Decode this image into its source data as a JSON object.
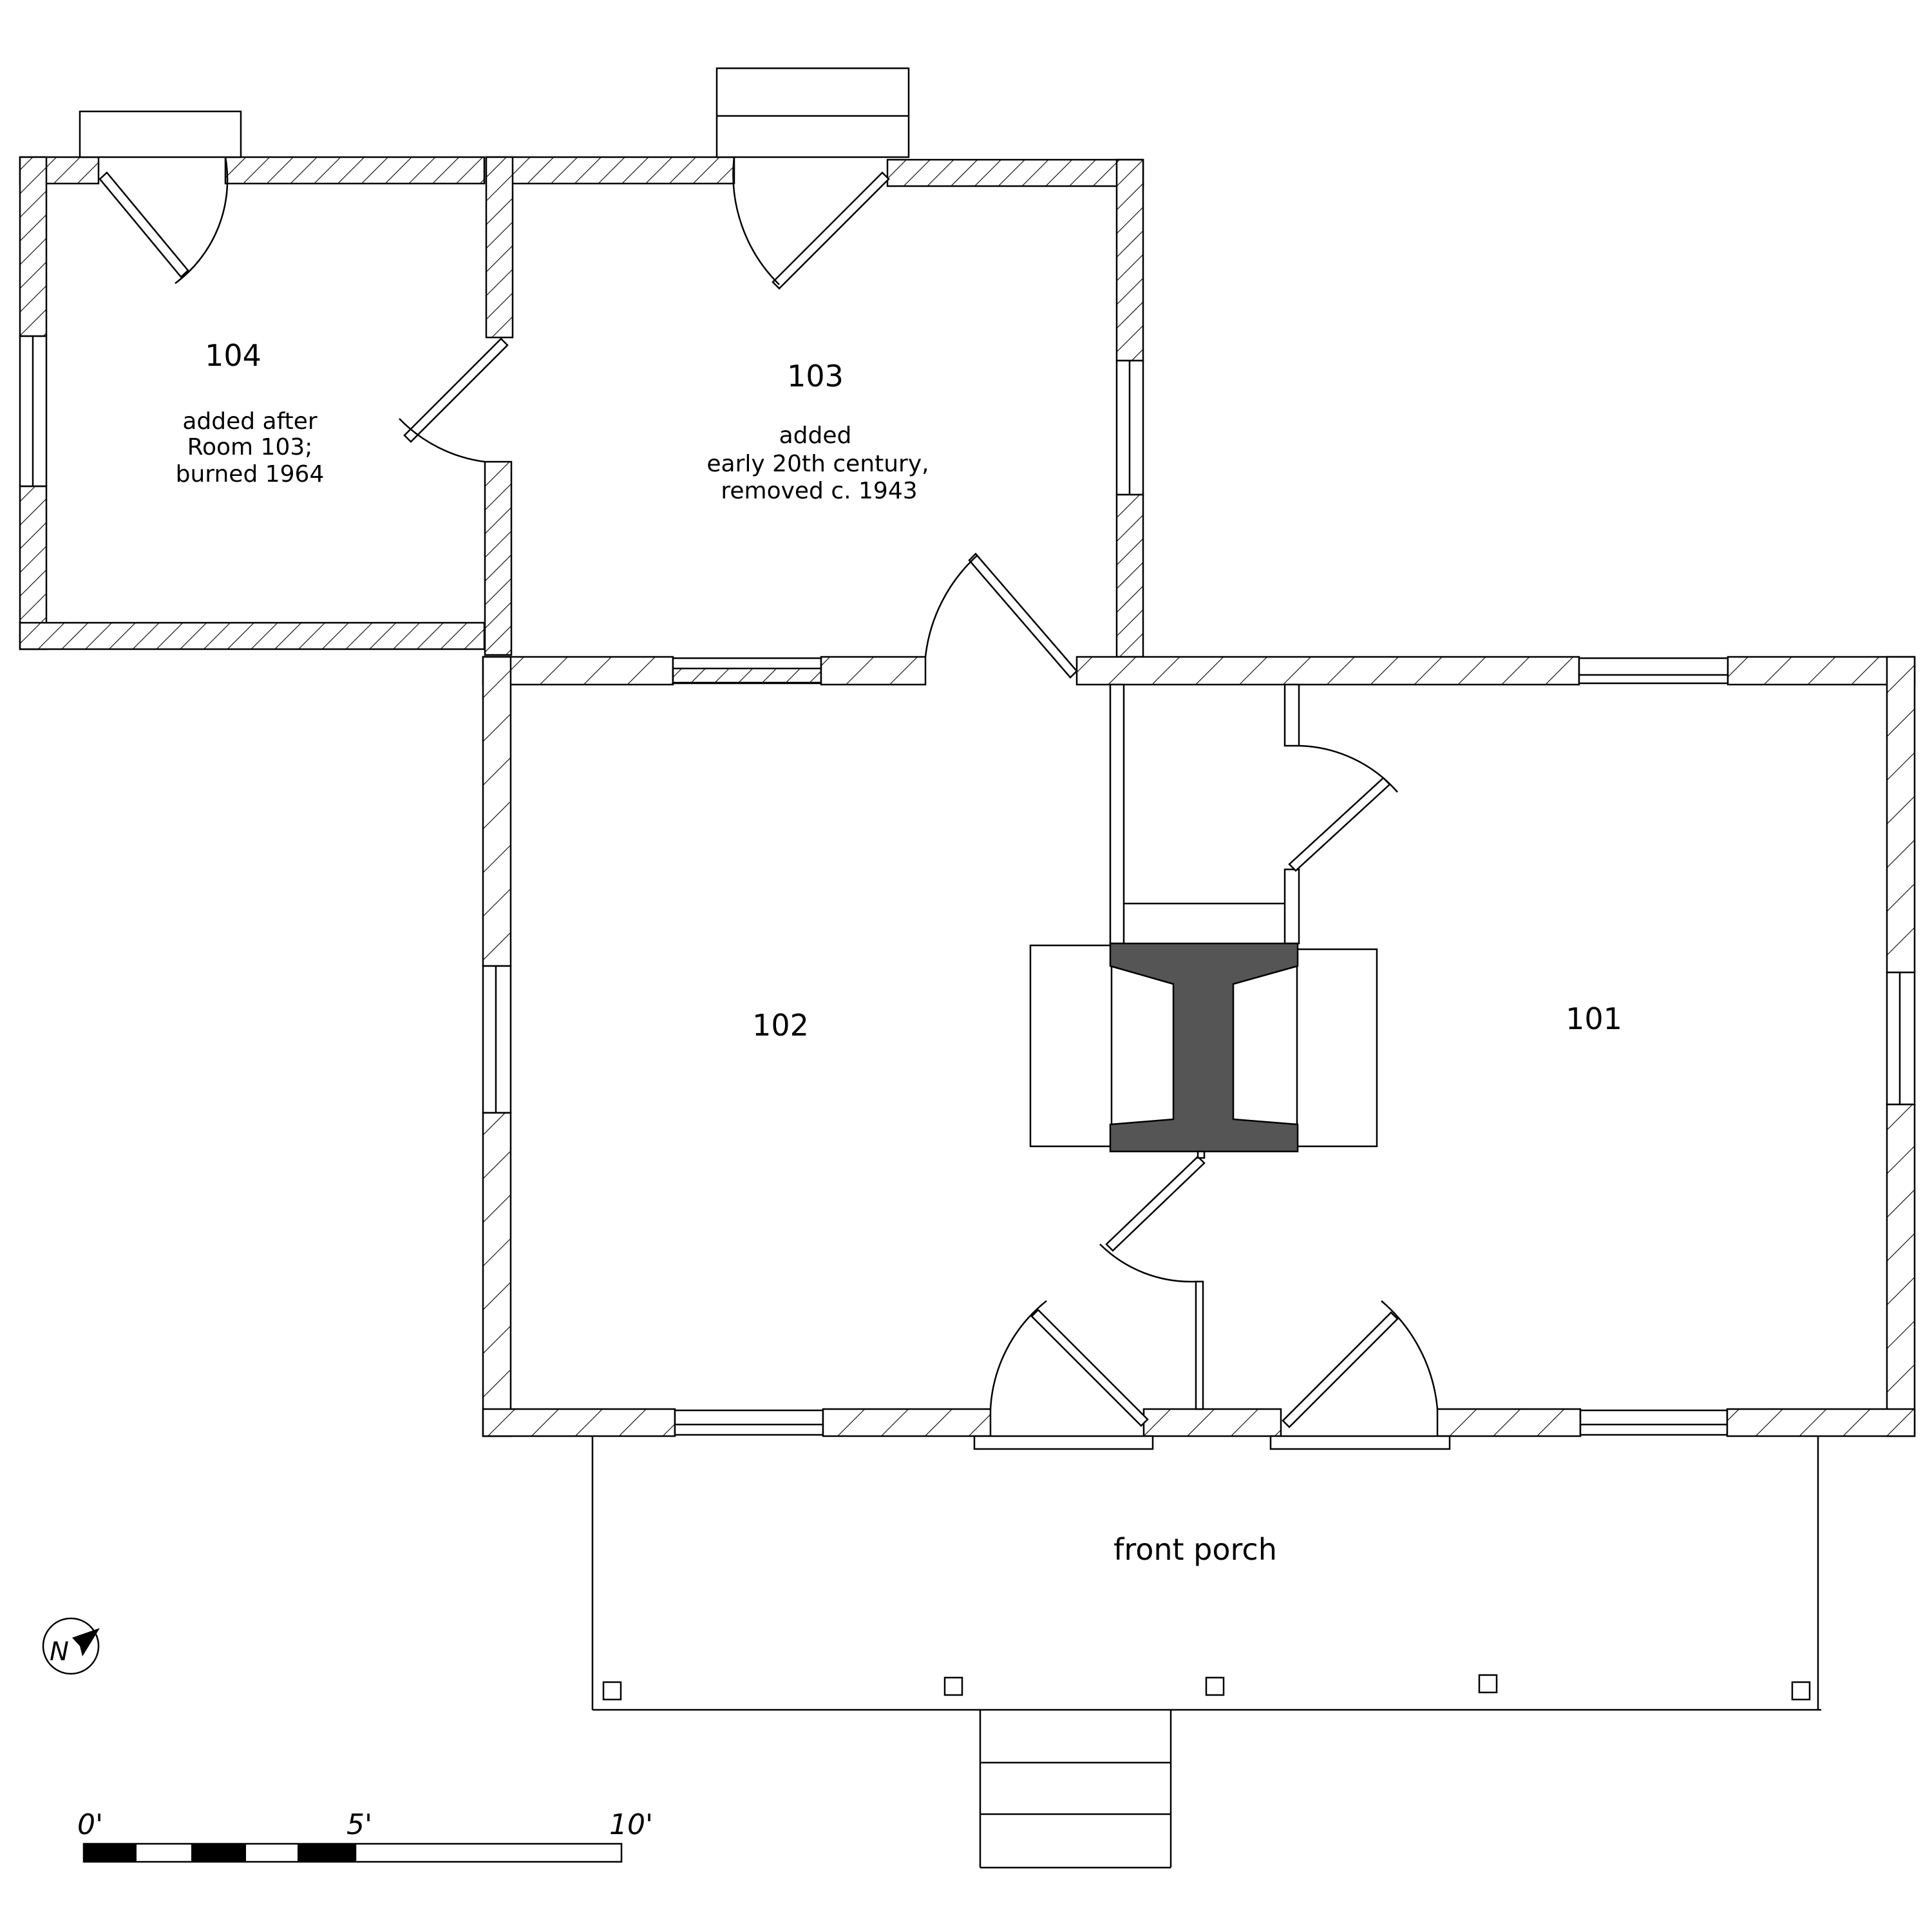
{
  "rooms": {
    "r104": {
      "number": "104",
      "note": [
        "added after",
        "Room 103;",
        "burned 1964"
      ]
    },
    "r103": {
      "number": "103",
      "note": [
        "added",
        "early 20th century,",
        "removed c. 1943"
      ]
    },
    "r102": {
      "number": "102"
    },
    "r101": {
      "number": "101"
    }
  },
  "porch_label": "front porch",
  "north_arrow": {
    "letter": "N",
    "icon": "north-arrow-icon"
  },
  "scale_bar": {
    "labels": [
      "0'",
      "5'",
      "10'"
    ]
  }
}
